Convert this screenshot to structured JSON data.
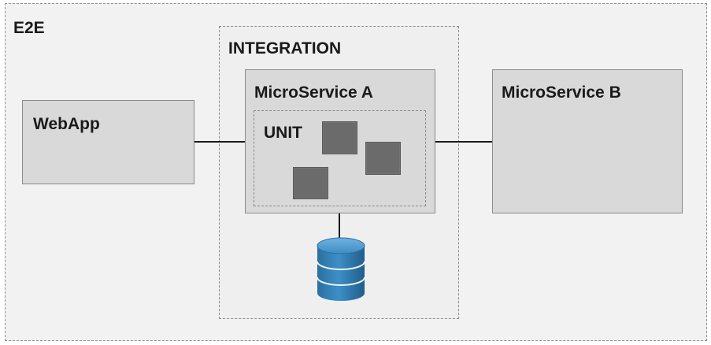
{
  "diagram": {
    "e2e_label": "E2E",
    "integration_label": "INTEGRATION",
    "webapp_label": "WebApp",
    "microservice_a_label": "MicroService A",
    "unit_label": "UNIT",
    "microservice_b_label": "MicroService B"
  },
  "colors": {
    "background_region": "#f2f2f2",
    "box_fill": "#d9d9d9",
    "unit_square": "#6b6b6b",
    "database": "#2f7fb5"
  },
  "icons": {
    "database": "database-icon"
  }
}
